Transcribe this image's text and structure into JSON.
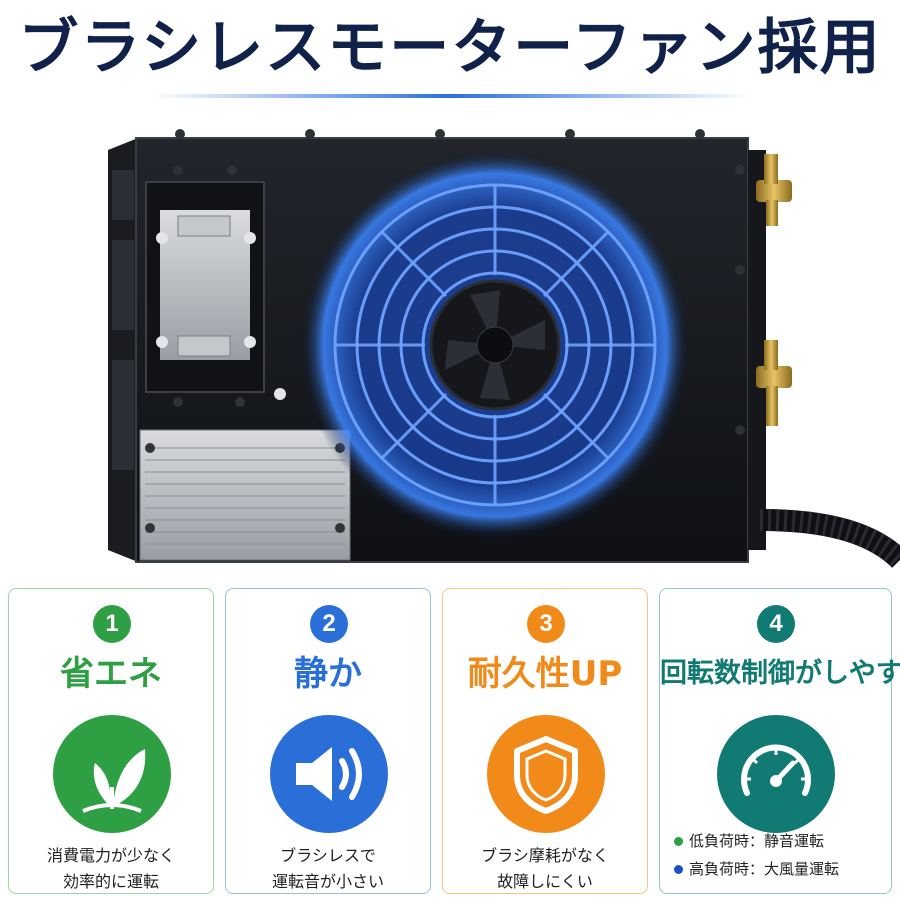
{
  "headline": "ブラシレスモーターファン採用",
  "colors": {
    "navy": "#10214a",
    "green": "#2ea043",
    "blue": "#2a6fd8",
    "orange": "#f28a19",
    "teal": "#117a73",
    "fan_glow": "#3b82f6"
  },
  "features": [
    {
      "number": "1",
      "title": "省エネ",
      "icon": "leaf-icon",
      "desc": [
        "消費電力が少なく",
        "効率的に運転"
      ]
    },
    {
      "number": "2",
      "title": "静か",
      "icon": "speaker-icon",
      "desc": [
        "ブラシレスで",
        "運転音が小さい"
      ]
    },
    {
      "number": "3",
      "title": "耐久性UP",
      "icon": "shield-icon",
      "desc": [
        "ブラシ摩耗がなく",
        "故障しにくい"
      ]
    },
    {
      "number": "4",
      "title": "回転数制御がしやすい",
      "icon": "speedometer-icon",
      "bullets": [
        "低負荷時：静音運転",
        "高負荷時：大風量運転"
      ]
    }
  ]
}
